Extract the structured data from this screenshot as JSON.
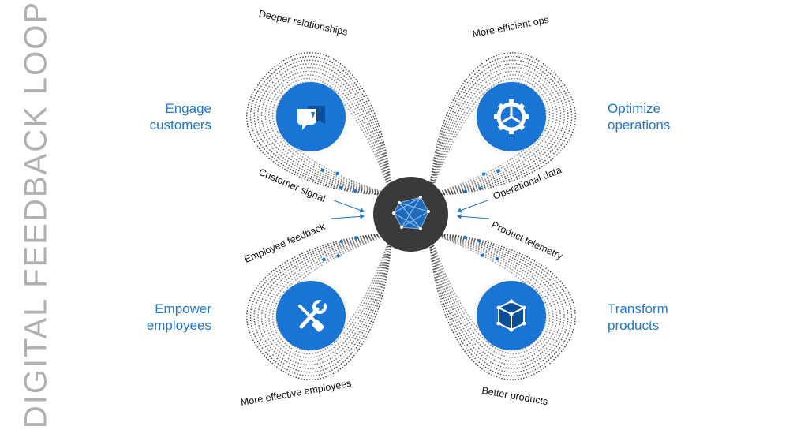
{
  "title": "DIGITAL FEEDBACK LOOP",
  "quadrants": {
    "engage": {
      "line1": "Engage",
      "line2": "customers",
      "icon": "customer-chat-icon"
    },
    "optimize": {
      "line1": "Optimize",
      "line2": "operations",
      "icon": "gear-icon"
    },
    "empower": {
      "line1": "Empower",
      "line2": "employees",
      "icon": "tools-icon"
    },
    "transform": {
      "line1": "Transform",
      "line2": "products",
      "icon": "cube-icon"
    }
  },
  "outcomes": {
    "top_left": "Deeper relationships",
    "top_right": "More efficient ops",
    "bottom_left": "More effective employees",
    "bottom_right": "Better products"
  },
  "signals": {
    "customer": "Customer signal",
    "operational": "Operational data",
    "employee": "Employee feedback",
    "product": "Product telemetry"
  },
  "hub": {
    "icon": "data-network-icon"
  },
  "colors": {
    "accent": "#1a74d3",
    "label": "#1f78d1",
    "hub": "#3a3a3a",
    "title": "#b0b0b0"
  }
}
